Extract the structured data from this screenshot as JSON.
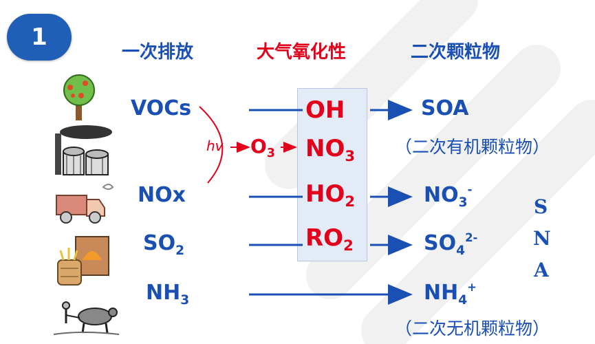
{
  "slide_number": "1",
  "headers": {
    "primary": "一次排放",
    "oxidant": "大气氧化性",
    "secondary": "二次颗粒物"
  },
  "primary_emissions": {
    "vocs": "VOCs",
    "nox": "NOx",
    "so2_base": "SO",
    "so2_sub": "2",
    "nh3_base": "NH",
    "nh3_sub": "3"
  },
  "photolysis": {
    "hv": "hv",
    "o3_base": "O",
    "o3_sub": "3"
  },
  "oxidants": {
    "oh": "OH",
    "no3_base": "NO",
    "no3_sub": "3",
    "ho2_base": "HO",
    "ho2_sub": "2",
    "ro2_base": "RO",
    "ro2_sub": "2"
  },
  "products": {
    "soa": "SOA",
    "soa_note": "（二次有机颗粒物）",
    "nitrate_base": "NO",
    "nitrate_sub": "3",
    "nitrate_sup": "-",
    "sulfate_base": "SO",
    "sulfate_sub": "4",
    "sulfate_sup": "2-",
    "ammonium_base": "NH",
    "ammonium_sub": "4",
    "ammonium_sup": "+",
    "inorganic_note": "（二次无机颗粒物）"
  },
  "sna": [
    "S",
    "N",
    "A"
  ],
  "icons": [
    "tree-icon",
    "factory-icon",
    "truck-icon",
    "stove-icon",
    "farmer-ox-icon"
  ],
  "colors": {
    "blue": "#1a4fb4",
    "red": "#e2001a",
    "badge": "#1f5fb8",
    "oxidant_box": "#e3ebf7"
  }
}
